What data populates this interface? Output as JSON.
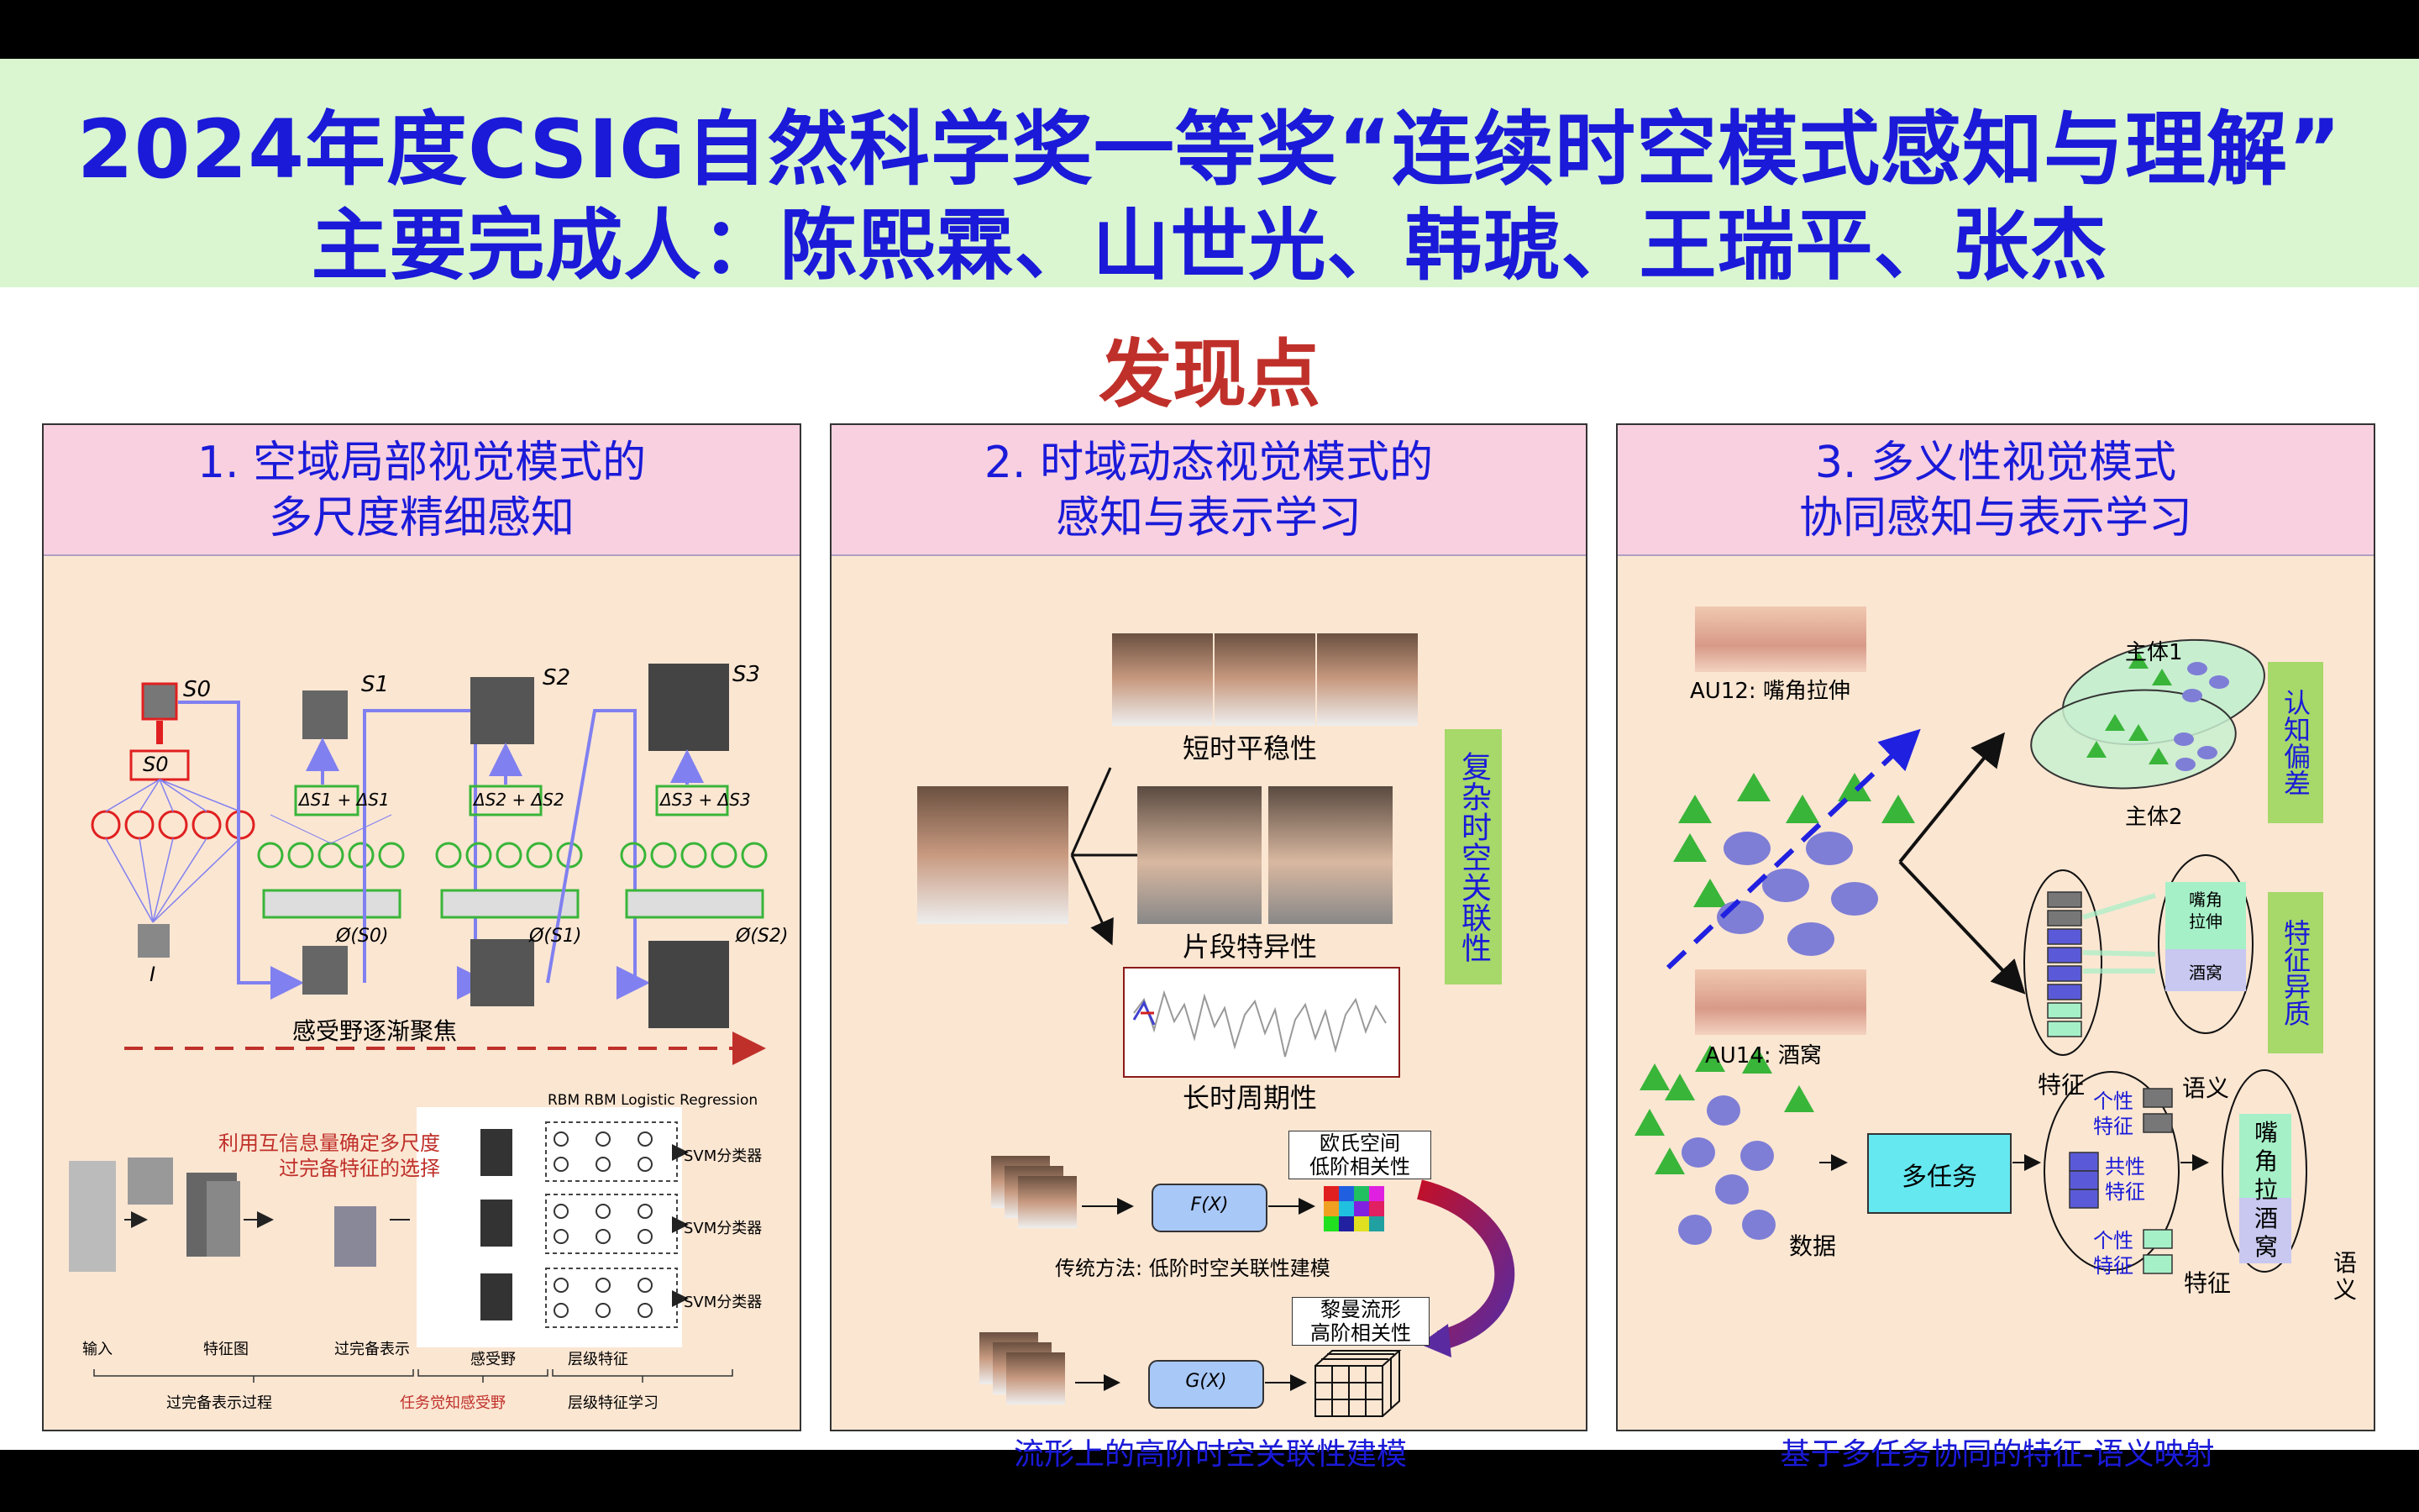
{
  "header": {
    "title_line1": "2024年度CSIG自然科学奖一等奖“连续时空模式感知与理解”",
    "title_line2": "主要完成人：陈熙霖、山世光、韩琥、王瑞平、张杰"
  },
  "section_title": "发现点",
  "colors": {
    "title_blue": "#1a1ad8",
    "section_red": "#c0302a",
    "banner_green": "#d9f6d0",
    "panel_bg": "#fbe6d2",
    "panel_head": "#f8d0e0",
    "label_green": "#a6d86a"
  },
  "panels": [
    {
      "title_line1": "1. 空域局部视觉模式的",
      "title_line2": "多尺度精细感知",
      "labels": {
        "s0": "S0",
        "s1": "S1",
        "s2": "S2",
        "s3": "S3",
        "d1": "ΔS1 + ΔS1",
        "d2": "ΔS2 + ΔS2",
        "d3": "ΔS3 + ΔS3",
        "phi0": "Ø(S0)",
        "phi1": "Ø(S1)",
        "phi2": "Ø(S2)",
        "input_i": "I",
        "focus": "感受野逐渐聚焦",
        "mi_line1": "利用互信息量确定多尺度",
        "mi_line2": "过完备特征的选择",
        "rbm": "RBM  RBM  Logistic Regression",
        "svm": "SVM分类器",
        "input": "输入",
        "featmap": "特征图",
        "overcomplete": "过完备表示",
        "field": "感受野",
        "hier": "层级特征",
        "stage1": "过完备表示过程",
        "stage2": "任务觉知感受野",
        "stage3": "层级特征学习"
      }
    },
    {
      "title_line1": "2. 时域动态视觉模式的",
      "title_line2": "感知与表示学习",
      "labels": {
        "short": "短时平稳性",
        "segment": "片段特异性",
        "long": "长时周期性",
        "vertical": "复杂时空关联性",
        "euclid_line1": "欧氏空间",
        "euclid_line2": "低阶相关性",
        "fx": "F(X)",
        "traditional": "传统方法: 低阶时空关联性建模",
        "riem_line1": "黎曼流形",
        "riem_line2": "高阶相关性",
        "gx": "G(X)",
        "bottom": "流形上的高阶时空关联性建模"
      }
    },
    {
      "title_line1": "3. 多义性视觉模式",
      "title_line2": "协同感知与表示学习",
      "labels": {
        "au12": "AU12: 嘴角拉伸",
        "au14": "AU14: 酒窝",
        "subject1": "主体1",
        "subject2": "主体2",
        "cognitive_bias": "认知偏差",
        "feature_hetero": "特征异质",
        "feat_l1": "嘴角",
        "feat_l2": "拉伸",
        "dimple": "酒窝",
        "feature": "特征",
        "semantic": "语义",
        "multitask": "多任务",
        "data": "数据",
        "indiv1": "个性",
        "indiv2": "特征",
        "common1": "共性",
        "common2": "特征",
        "sem_l1": "嘴",
        "sem_l2": "角",
        "sem_l3": "拉",
        "sem_l4": "酒",
        "sem_l5": "窝",
        "bottom": "基于多任务协同的特征-语义映射"
      }
    }
  ]
}
